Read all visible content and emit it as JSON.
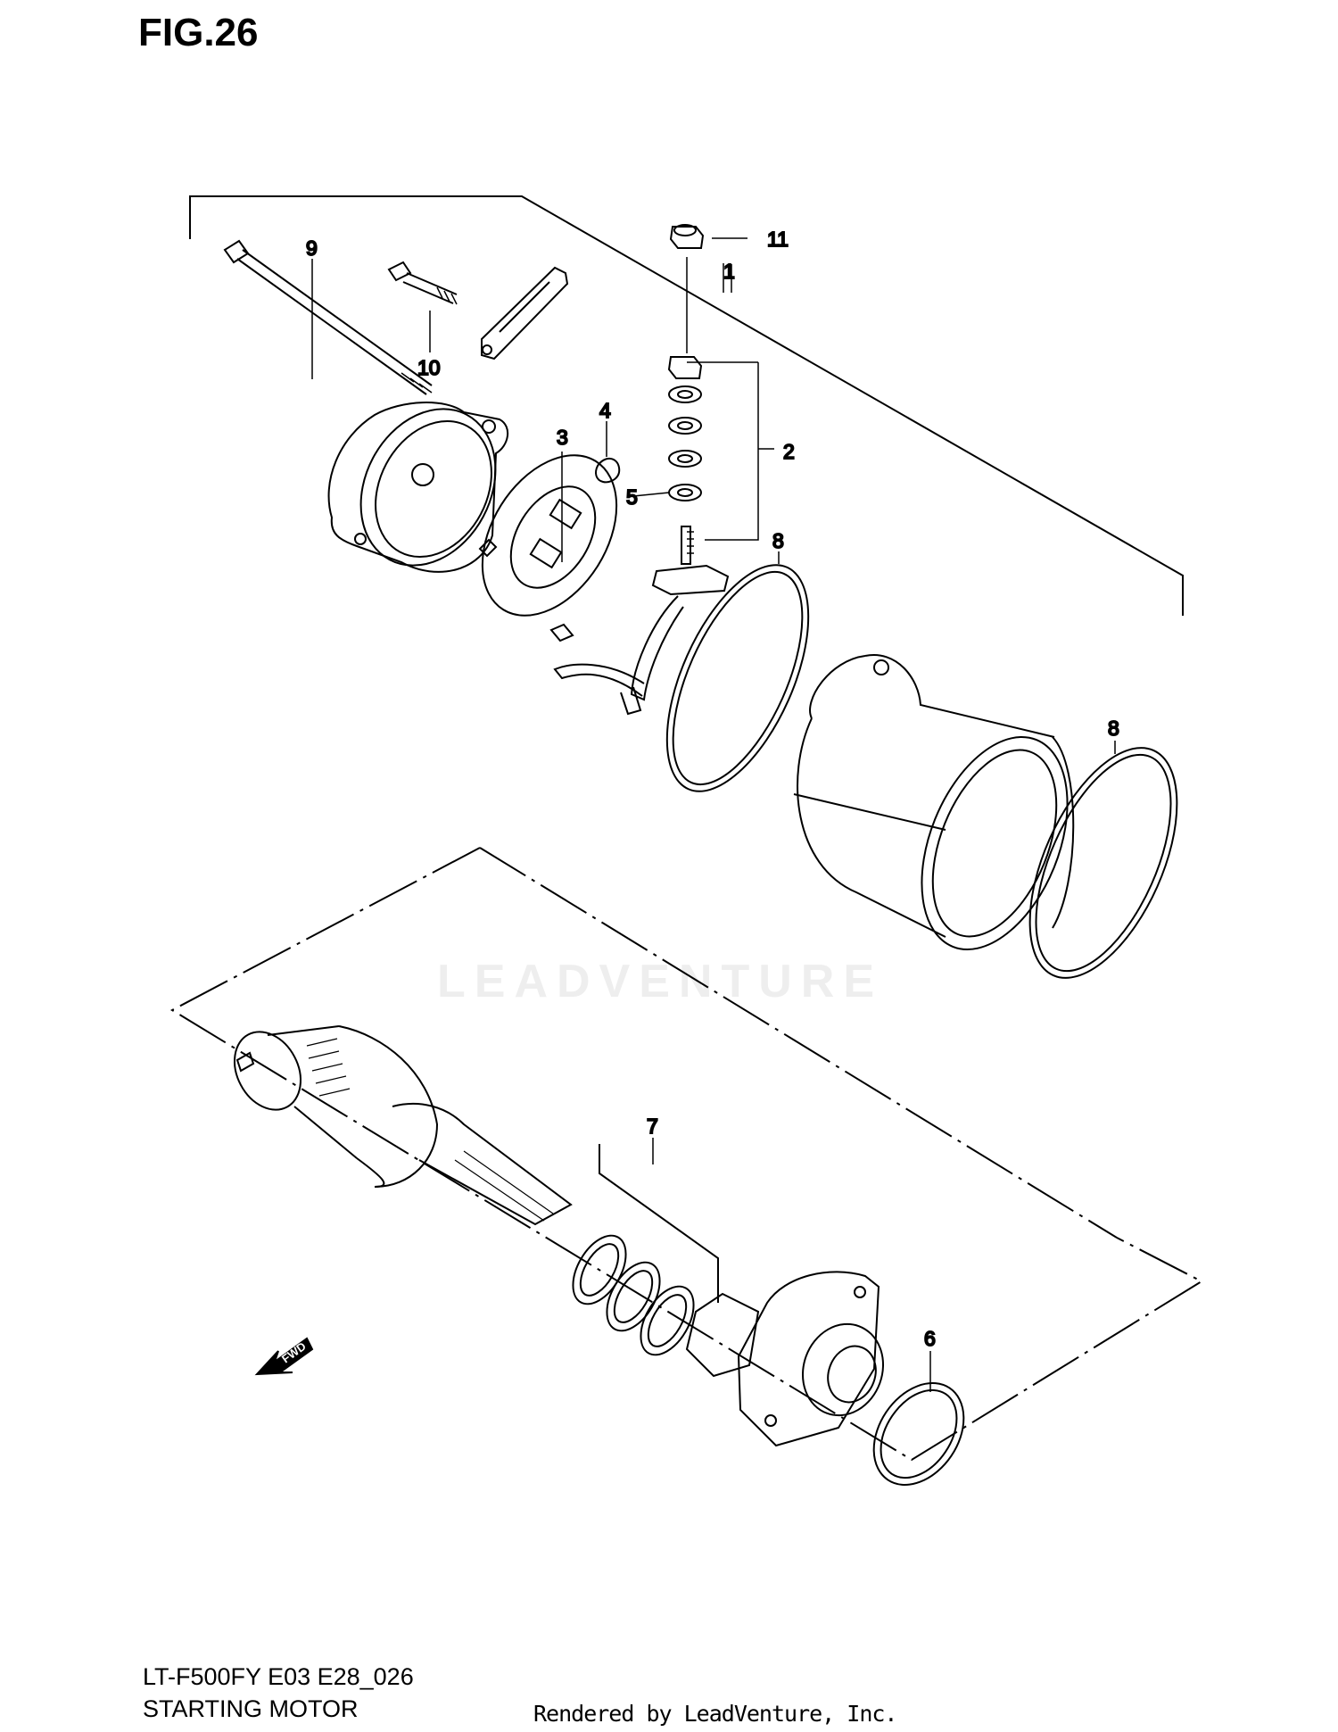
{
  "figure": {
    "title": "FIG.26",
    "model_code": "LT-F500FY E03 E28_026",
    "section_name": "STARTING MOTOR",
    "rendered_by": "Rendered by LeadVenture, Inc.",
    "watermark": "LEADVENTURE"
  },
  "callouts": {
    "c1": "1",
    "c2": "2",
    "c3": "3",
    "c4": "4",
    "c5": "5",
    "c6": "6",
    "c7": "7",
    "c8a": "8",
    "c8b": "8",
    "c9": "9",
    "c10": "10",
    "c11": "11"
  },
  "fwd_label": "FWD",
  "colors": {
    "line": "#000000",
    "watermark": "#e8e8e8"
  }
}
